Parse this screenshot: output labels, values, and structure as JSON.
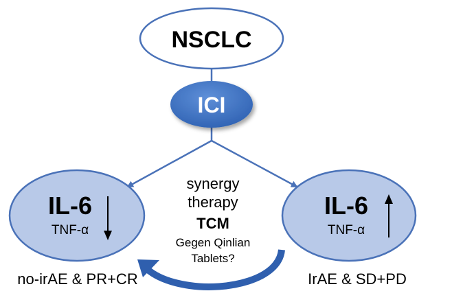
{
  "top_node": {
    "label": "NSCLC"
  },
  "ici_node": {
    "label": "ICI"
  },
  "left_node": {
    "primary": "IL-6",
    "secondary": "TNF-α",
    "trend": "down",
    "outcome": "no-irAE & PR+CR"
  },
  "right_node": {
    "primary": "IL-6",
    "secondary": "TNF-α",
    "trend": "up",
    "outcome": "IrAE & SD+PD"
  },
  "center": {
    "line1": "synergy",
    "line2": "therapy",
    "line3": "TCM",
    "line4": "Gegen Qinlian",
    "line5": "Tablets?"
  },
  "colors": {
    "ici_fill": "#3f74c4",
    "ellipse_fill": "#b8c9e8",
    "ellipse_stroke": "#4a72b8",
    "connector": "#4a72b8",
    "curved_arrow": "#2f5fae",
    "text": "#000000"
  }
}
